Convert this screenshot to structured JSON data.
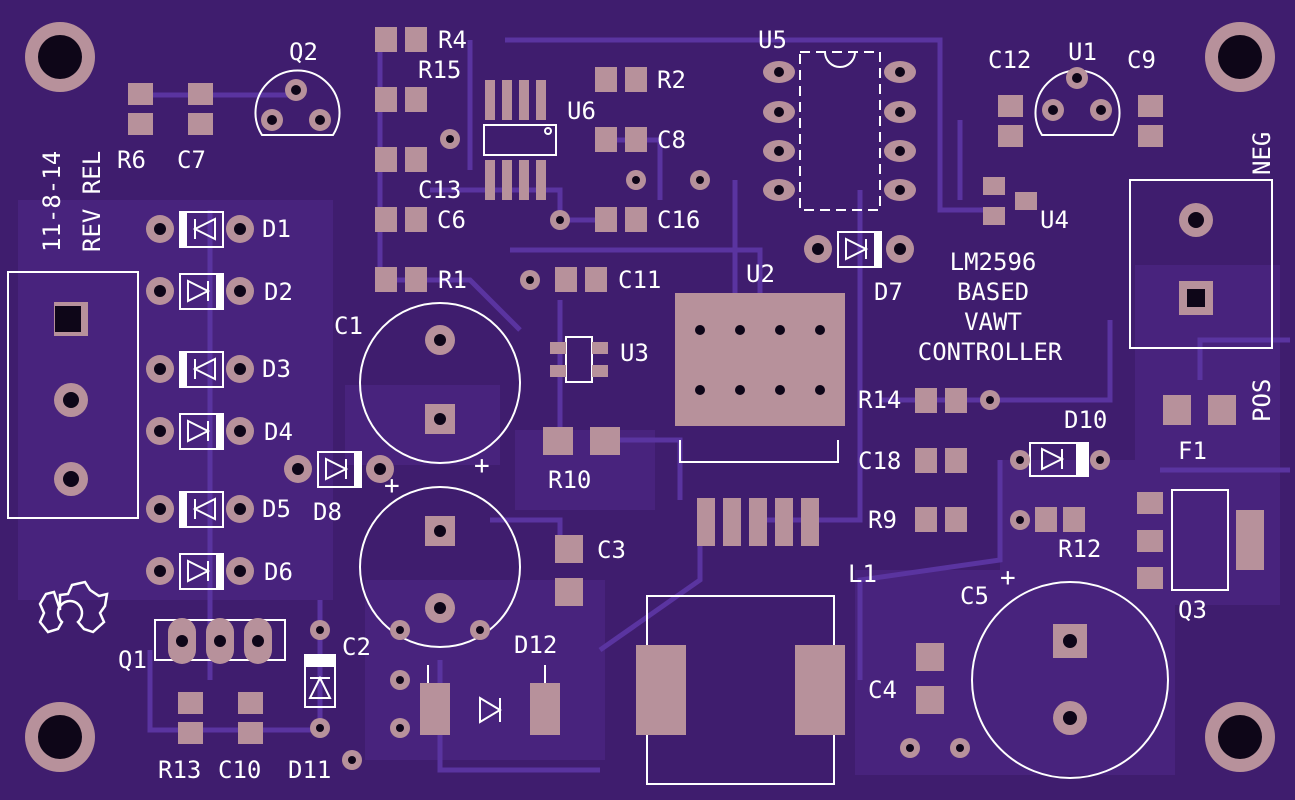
{
  "board": {
    "colors": {
      "substrate": "#3f1d6e",
      "copper_pour": "#4a2580",
      "trace": "#5a34a0",
      "pad": "#b7919b",
      "silk": "#ffffff",
      "hole": "#0e0618"
    },
    "title_lines": [
      "LM2596",
      "BASED",
      "VAWT",
      "CONTROLLER"
    ],
    "date_lines": [
      "11-8-14",
      "REV REL"
    ],
    "polarity": {
      "neg": "NEG",
      "pos": "POS",
      "plus": "+"
    },
    "designators": {
      "q2": "Q2",
      "r4": "R4",
      "r15": "R15",
      "u6": "U6",
      "r2": "R2",
      "c8": "C8",
      "c13": "C13",
      "c6": "C6",
      "c16": "C16",
      "u5": "U5",
      "c12": "C12",
      "u1": "U1",
      "c9": "C9",
      "u4": "U4",
      "r6": "R6",
      "c7": "C7",
      "d1": "D1",
      "d2": "D2",
      "d3": "D3",
      "d4": "D4",
      "d5": "D5",
      "d6": "D6",
      "d7": "D7",
      "d8": "D8",
      "r1": "R1",
      "c11": "C11",
      "u2": "U2",
      "c1": "C1",
      "u3": "U3",
      "r14": "R14",
      "d10": "D10",
      "c18": "C18",
      "r10": "R10",
      "r9": "R9",
      "f1": "F1",
      "r12": "R12",
      "c3": "C3",
      "l1": "L1",
      "c5": "C5",
      "q3": "Q3",
      "c2": "C2",
      "q1": "Q1",
      "d12": "D12",
      "c4": "C4",
      "r13": "R13",
      "c10": "C10",
      "d11": "D11"
    }
  }
}
